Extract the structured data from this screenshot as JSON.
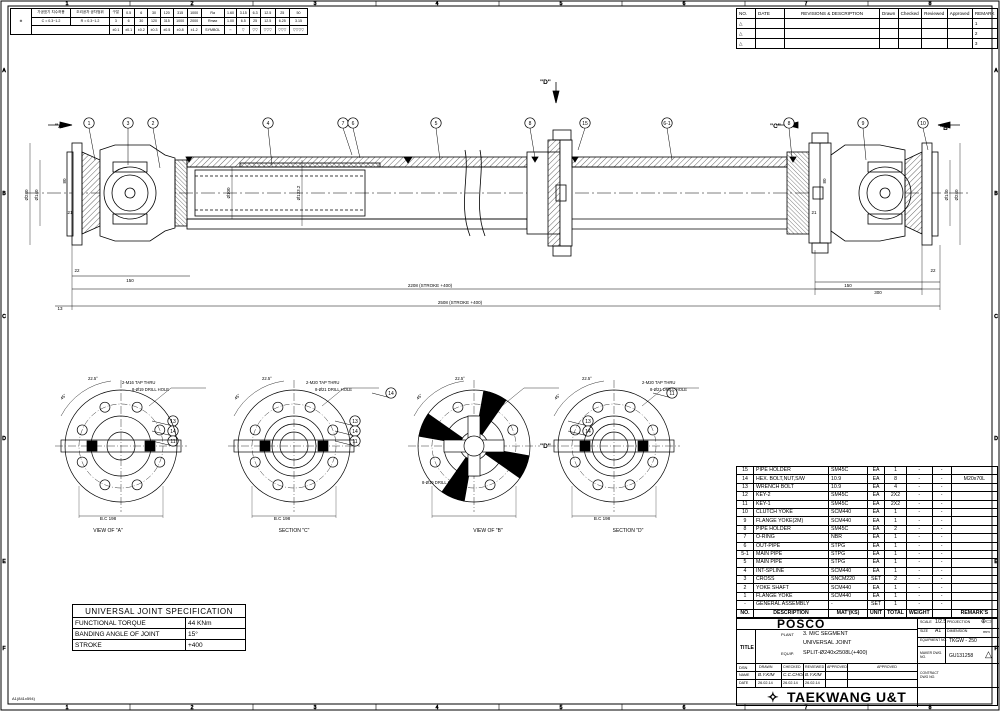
{
  "grid": {
    "columns": [
      "1",
      "2",
      "3",
      "4",
      "5",
      "6",
      "7",
      "8"
    ],
    "rows": [
      "A",
      "B",
      "C",
      "D",
      "E",
      "F"
    ]
  },
  "roughness": {
    "label_a": "가공표기 치수허용",
    "label_b": "조리공차 공차범위",
    "notes": [
      "C = 0.3~1.2",
      "R = 0.3~1.2"
    ],
    "header_cols": [
      "구분",
      "0.5",
      "6",
      "30",
      "120",
      "315",
      "1000"
    ],
    "row1": [
      "3",
      "6",
      "30",
      "120",
      "315",
      "1000",
      "2000"
    ],
    "row2": [
      "±0.1",
      "±0.1",
      "±0.2",
      "±0.3",
      "±0.5",
      "±0.8",
      "±1.2"
    ],
    "ra_label": "Ra",
    "rmax_label": "Rmax",
    "symbol_label": "SYMBOL",
    "ra_values": [
      "1.60",
      "3.15",
      "6.3",
      "12.5",
      "25",
      "50"
    ],
    "rmax_values": [
      "1.00",
      "6.5",
      "25",
      "12.5",
      "6.25",
      "3.15",
      "1.6",
      "0.8"
    ]
  },
  "revision": {
    "headers": [
      "NO.",
      "DATE",
      "REVISIONS & DESCRIPTION",
      "Drawn",
      "Checked",
      "Reviewed",
      "Approved",
      "REMARK"
    ],
    "markers": [
      "1",
      "2",
      "3"
    ]
  },
  "view_labels": {
    "view_a": "\"A\"",
    "view_c": "\"C\"",
    "view_b": "\"B\"",
    "view_d": "\"D\"",
    "view_d_top": "\"D\"",
    "caption_view_a": "VIEW OF \"A\"",
    "caption_section_c": "SECTION \"C\"",
    "caption_view_b": "VIEW OF \"B\"",
    "caption_section_d": "SECTION \"D\""
  },
  "balloons": [
    "1",
    "3",
    "2",
    "4",
    "7",
    "6",
    "5",
    "8",
    "15",
    "6-1",
    "8",
    "9",
    "10",
    "13",
    "14",
    "11",
    "13",
    "14",
    "11",
    "14",
    "13",
    "14",
    "11"
  ],
  "dimensions": {
    "d1": "2208 (STROKE +400)",
    "d2": "2508 (STROKE +400)",
    "d3": "150",
    "d4": "150",
    "d5": "300",
    "d6": "22",
    "d7": "22",
    "d8": "13",
    "d9": "21",
    "d10": "21",
    "d11": "Ø240",
    "d12": "Ø140",
    "d13": "Ø100",
    "d14": "Ø133.2",
    "d15": "Ø240",
    "d16": "Ø140",
    "d17": "80",
    "d18": "80",
    "bc1": "B.C 198",
    "bc2": "B.C 198",
    "bc3": "B.C 198",
    "note_a1": "2-M16 TAP THRU",
    "note_a2": "8-Ø19 DRILL HOLE",
    "note_c1": "2-M20 TAP THRU",
    "note_c2": "8-Ø21 DRILL HOLE",
    "note_b1": "8-Ø19 DRILL HOLE",
    "note_d1": "2-M20 TAP THRU",
    "note_d2": "8-Ø21 DRILL HOLE",
    "ang1": "22.5°",
    "ang2": "22.5°",
    "ang3": "22.5°",
    "ang4": "22.5°",
    "ang5": "45°",
    "ang6": "45°",
    "ang7": "45°",
    "ang8": "45°"
  },
  "spec": {
    "title": "UNIVERSAL JOINT SPECIFICATION",
    "rows": [
      [
        "FUNCTIONAL TORQUE",
        "44 KNm"
      ],
      [
        "BANDING ANGLE OF JOINT",
        "15°"
      ],
      [
        "STROKE",
        "+400"
      ]
    ]
  },
  "bom": {
    "rows": [
      [
        "15",
        "PIPE HOLDER",
        "SM45C",
        "EA",
        "1",
        "-",
        "-",
        ""
      ],
      [
        "14",
        "HEX. BOLT,NUT,S/W",
        "10.9",
        "EA",
        "8",
        "-",
        "-",
        "M20x70L"
      ],
      [
        "13",
        "WRENCH BOLT",
        "10.9",
        "EA",
        "4",
        "-",
        "-",
        ""
      ],
      [
        "12",
        "KEY-2",
        "SM45C",
        "EA",
        "2X2",
        "-",
        "-",
        ""
      ],
      [
        "11",
        "KEY-1",
        "SM45C",
        "EA",
        "2X2",
        "-",
        "-",
        ""
      ],
      [
        "10",
        "CLUTCH YOKE",
        "SCM440",
        "EA",
        "1",
        "-",
        "-",
        ""
      ],
      [
        "9",
        "FLANGE YOKE(2M)",
        "SCM440",
        "EA",
        "1",
        "-",
        "-",
        ""
      ],
      [
        "8",
        "PIPE HOLDER",
        "SM45C",
        "EA",
        "2",
        "-",
        "-",
        ""
      ],
      [
        "7",
        "O-RING",
        "NBR",
        "EA",
        "1",
        "-",
        "-",
        ""
      ],
      [
        "6",
        "OUT-PIPE",
        "STPG",
        "EA",
        "1",
        "-",
        "-",
        ""
      ],
      [
        "5-1",
        "MAIN PIPE",
        "STPG",
        "EA",
        "1",
        "-",
        "-",
        ""
      ],
      [
        "5",
        "MAIN PIPE",
        "STPG",
        "EA",
        "1",
        "-",
        "-",
        ""
      ],
      [
        "4",
        "INT-SPLINE",
        "SCM440",
        "EA",
        "1",
        "-",
        "-",
        ""
      ],
      [
        "3",
        "CROSS",
        "SNCM220",
        "SET",
        "2",
        "-",
        "-",
        ""
      ],
      [
        "2",
        "YOKE SHAFT",
        "SCM440",
        "EA",
        "1",
        "-",
        "-",
        ""
      ],
      [
        "1",
        "FLANGE YOKE",
        "SCM440",
        "EA",
        "1",
        "-",
        "-",
        ""
      ],
      [
        "-",
        "GENERAL ASSEMBLY",
        "-",
        "SET",
        "1",
        "-",
        "-",
        ""
      ]
    ],
    "header": [
      "NO.",
      "DESCRIPTION",
      "MAT'(KS)",
      "UNIT",
      "TOTAL",
      "WEIGHT",
      "",
      "REMARK'S"
    ]
  },
  "title_block": {
    "company_top": "POSCO",
    "title_label": "TITLE",
    "plant_label": "PLANT",
    "plant": "3. M/C SEGMENT",
    "line2": "UNIVERSAL JOINT",
    "equip_label": "EQUIP.",
    "equip": "SPLIT-Ø240x2508L(+400)",
    "scale_label": "SCALE",
    "scale": "1/2.5",
    "projection_label": "PROJECTION",
    "size_label": "SIZE",
    "size": "A1",
    "dimension_label": "DIMENSION",
    "dimension": "mm",
    "equip_no_label": "EQUIPMENT NO.",
    "equip_no": "TKGW - 250",
    "drawing_no_label": "MAKER DWG. NO.",
    "drawing_no": "GU131258",
    "contract_label": "CONTRACT DWG NO.",
    "drawn_label": "DRAWN",
    "checked_label": "CHECKED",
    "reviewed_label": "REVIEWED",
    "approved_label": "APPROVED",
    "name_label": "NAME",
    "date_label": "DATE",
    "drawn_by": "B.Y.KIM",
    "checked_by": "C.C.CHOI",
    "reviewed_by": "B.Y.KIM",
    "date1": "26.02.14",
    "date2": "26.02.14",
    "date3": "26.02.14",
    "maker": "TAEKWANG U&T",
    "dsn_label": "DSN"
  },
  "sheet_footer": "A1(841x594)"
}
